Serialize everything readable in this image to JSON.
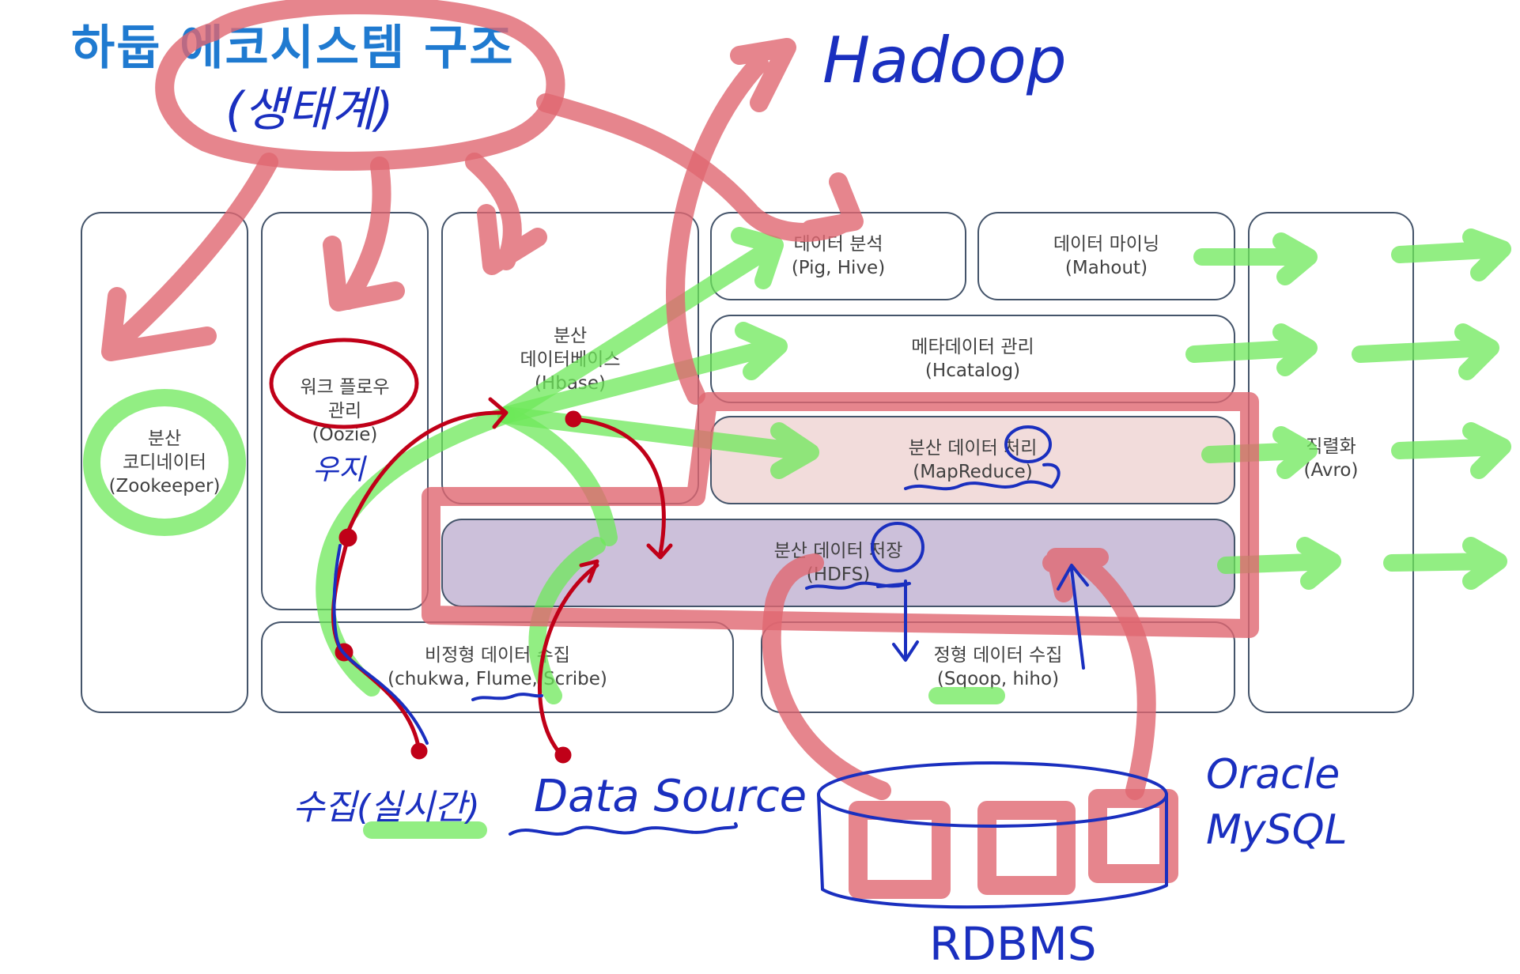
{
  "title": "하둡 에코시스템 구조",
  "title_sub": "(생태계)",
  "handwritten": {
    "hadoop": "Hadoop",
    "oozie_note": "우지",
    "collect_note": "수집(실시간)",
    "data_source": "Data Source",
    "oracle": "Oracle",
    "mysql": "MySQL",
    "rdbms": "RDBMS"
  },
  "components": {
    "zookeeper": {
      "line1": "분산",
      "line2": "코디네이터",
      "line3": "(Zookeeper)"
    },
    "oozie": {
      "line1": "워크 플로우",
      "line2": "관리",
      "line3": "(Oozie)"
    },
    "hbase": {
      "line1": "분산",
      "line2": "데이터베이스",
      "line3": "(Hbase)"
    },
    "analysis": {
      "line1": "데이터 분석",
      "line2": "(Pig, Hive)"
    },
    "mining": {
      "line1": "데이터 마이닝",
      "line2": "(Mahout)"
    },
    "metadata": {
      "line1": "메타데이터 관리",
      "line2": "(Hcatalog)"
    },
    "processing": {
      "line1": "분산 데이터 처리",
      "line2": "(MapReduce)"
    },
    "storage": {
      "line1": "분산 데이터 저장",
      "line2": "(HDFS)"
    },
    "serialization": {
      "line1": "직렬화",
      "line2": "(Avro)"
    },
    "unstructured": {
      "line1": "비정형 데이터 수집",
      "line2": "(chukwa, Flume, Scribe)"
    },
    "structured": {
      "line1": "정형 데이터 수집",
      "line2": "(Sqoop, hiho)"
    }
  },
  "colors": {
    "title": "#1f7ad0",
    "box_border": "#44546a",
    "processing_fill": "#f2dcdb",
    "storage_fill": "#ccc0da",
    "annotation_red": "#e06670",
    "annotation_green": "#6ee85a",
    "annotation_blue": "#1a2fbf",
    "annotation_darkred": "#c00018"
  }
}
